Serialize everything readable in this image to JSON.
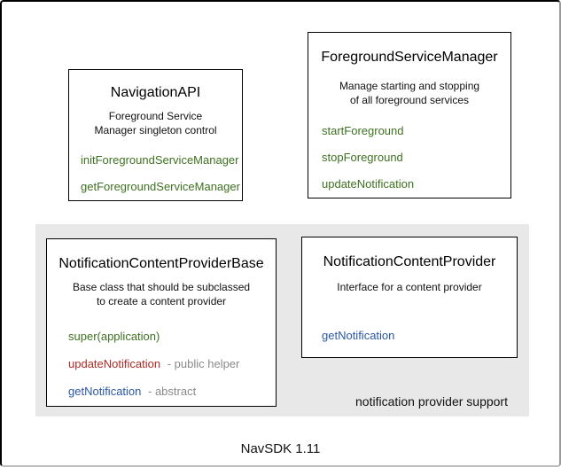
{
  "footer": "NavSDK 1.11",
  "colors": {
    "method_green": "#3e7120",
    "method_red": "#ad2b25",
    "method_blue": "#2a57a5",
    "note_gray": "#8a8a8a",
    "group_background": "#e8e8e8",
    "box_border": "#000000"
  },
  "group": {
    "label": "notification provider support",
    "background": "#e8e8e8"
  },
  "boxes": {
    "navigation_api": {
      "title": "NavigationAPI",
      "description": "Foreground Service\nManager singleton control",
      "methods": [
        {
          "name": "initForegroundServiceManager",
          "color": "#3e7120",
          "note": ""
        },
        {
          "name": "getForegroundServiceManager",
          "color": "#3e7120",
          "note": ""
        }
      ]
    },
    "foreground_service_manager": {
      "title": "ForegroundServiceManager",
      "description": "Manage starting and stopping\nof all foreground services",
      "methods": [
        {
          "name": "startForeground",
          "color": "#3e7120",
          "note": ""
        },
        {
          "name": "stopForeground",
          "color": "#3e7120",
          "note": ""
        },
        {
          "name": "updateNotification",
          "color": "#3e7120",
          "note": ""
        }
      ]
    },
    "notification_content_provider_base": {
      "title": "NotificationContentProviderBase",
      "description": "Base class that should be subclassed\nto create a content provider",
      "methods": [
        {
          "name": "super(application)",
          "color": "#3e7120",
          "note": ""
        },
        {
          "name": "updateNotification",
          "color": "#ad2b25",
          "note": "- public helper"
        },
        {
          "name": "getNotification",
          "color": "#2a57a5",
          "note": "- abstract"
        }
      ]
    },
    "notification_content_provider": {
      "title": "NotificationContentProvider",
      "description": "Interface for a content provider",
      "methods": [
        {
          "name": "getNotification",
          "color": "#2a57a5",
          "note": ""
        }
      ]
    }
  }
}
